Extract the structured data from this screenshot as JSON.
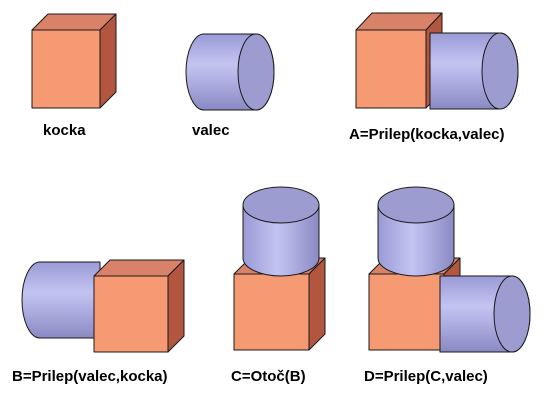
{
  "colors": {
    "cube_front": "#F59A72",
    "cube_top": "#D9826A",
    "cube_side": "#B3563F",
    "cyl_body": "#B0B0E6",
    "cyl_cap": "#9C9CD0",
    "outline": "#1a1a1a"
  },
  "labels": {
    "kocka": "kocka",
    "valec": "valec",
    "a": "A=Prilep(kocka,valec)",
    "b": "B=Prilep(valec,kocka)",
    "c": "C=Otoč(B)",
    "d": "D=Prilep(C,valec)"
  }
}
